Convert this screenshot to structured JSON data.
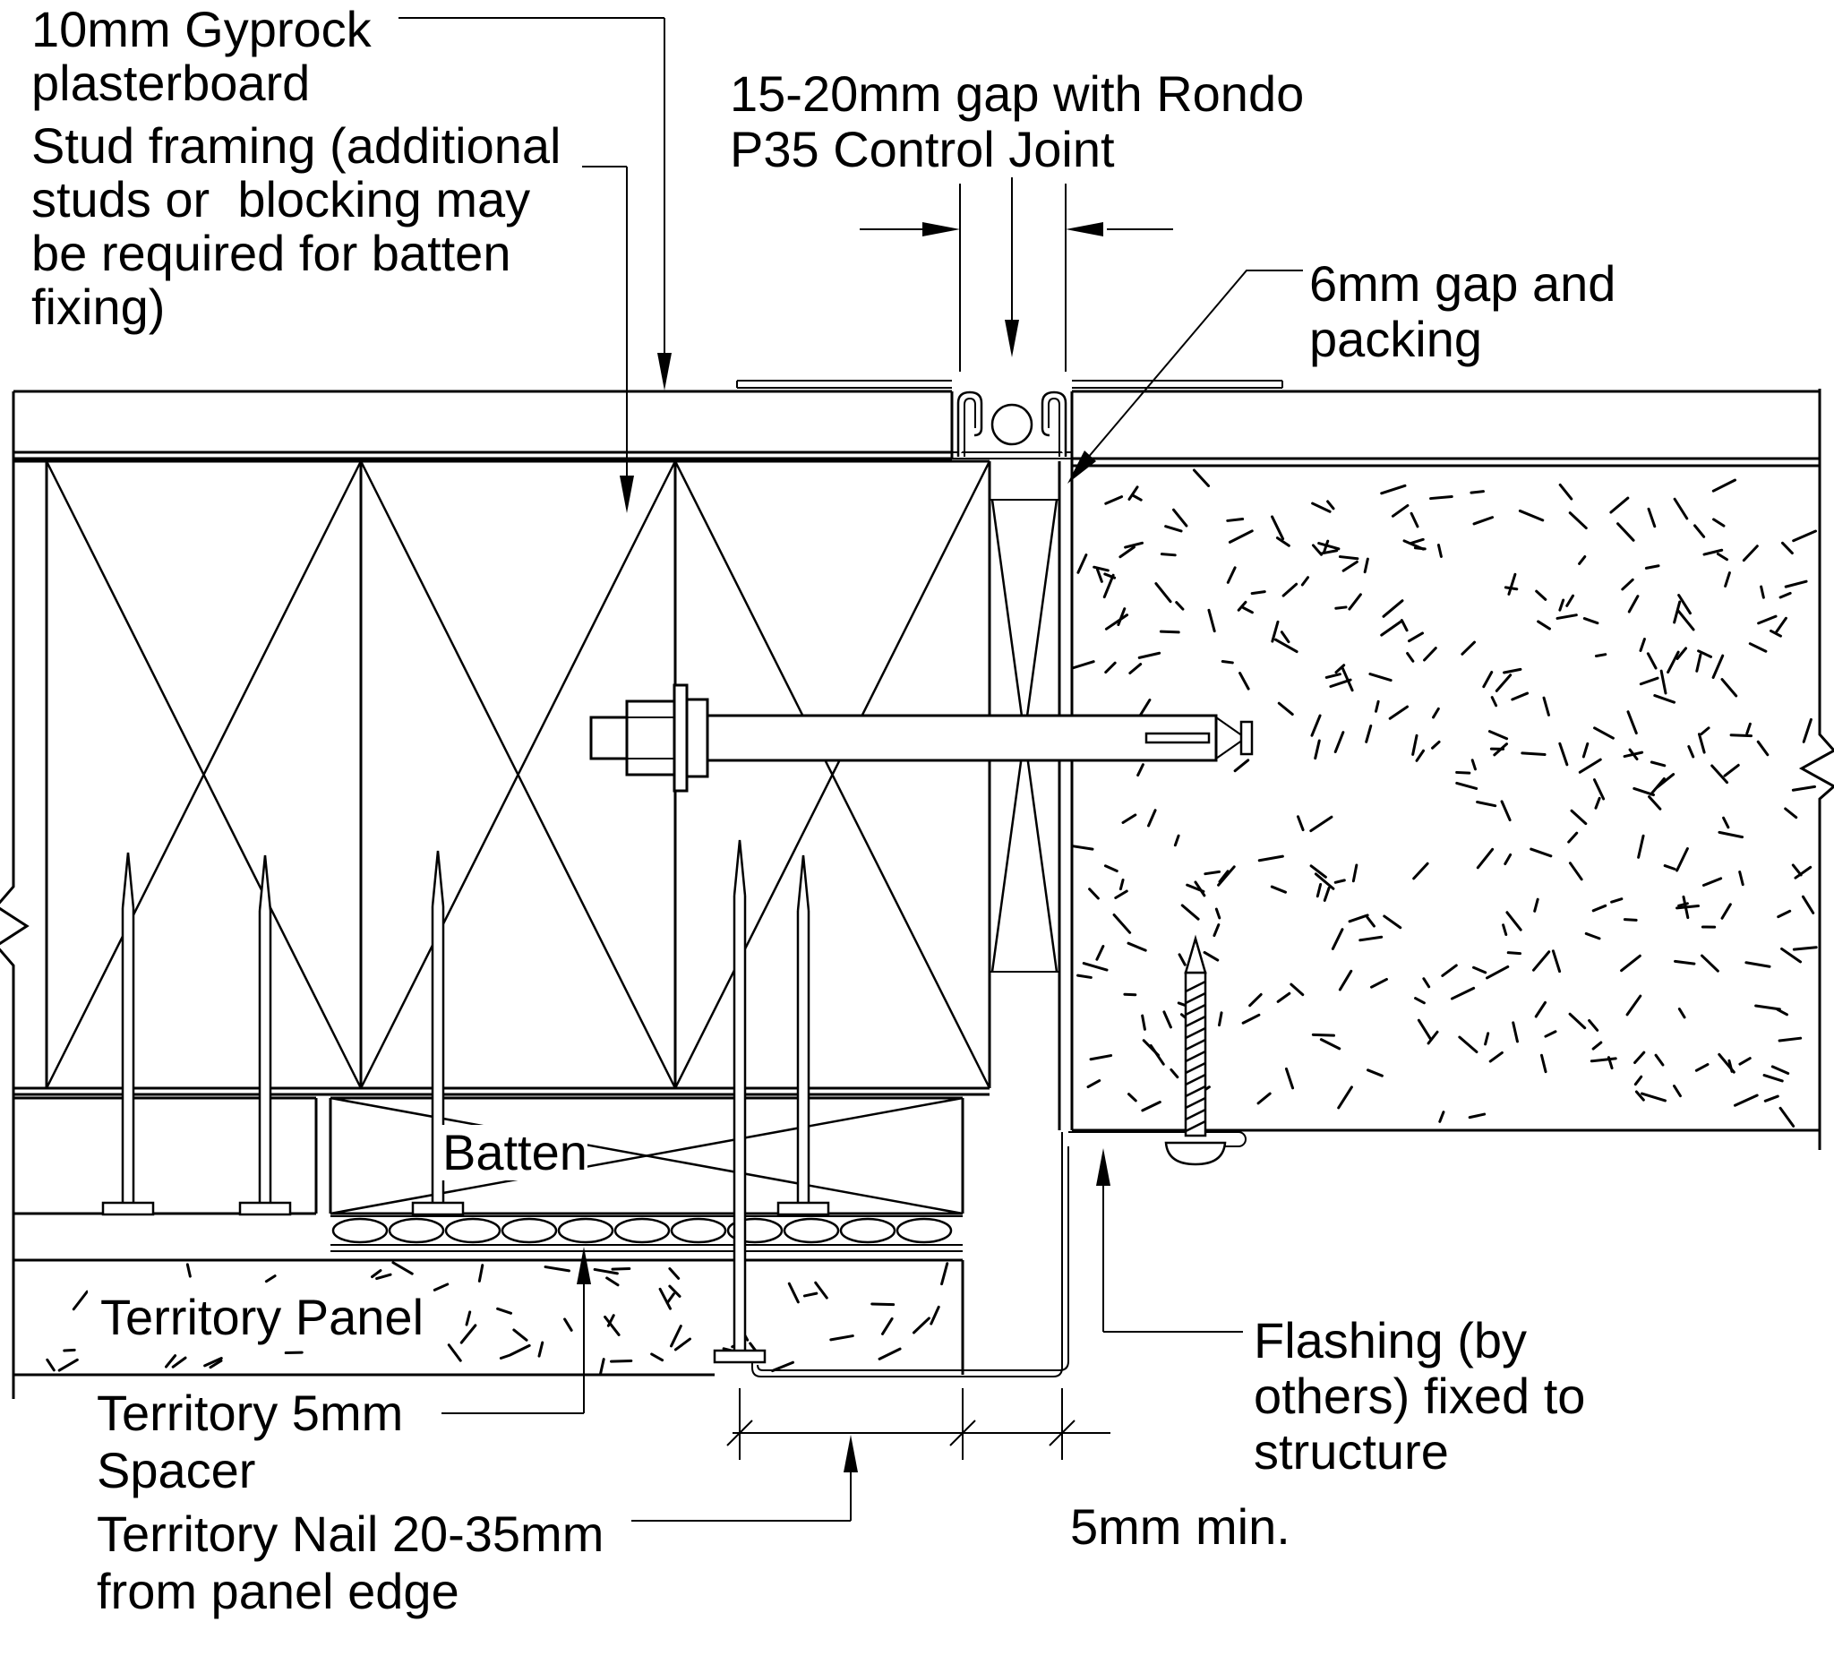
{
  "drawing": {
    "title": "Territory panel to masonry junction detail",
    "type": "construction-detail",
    "colors": {
      "line": "#000000",
      "background": "#ffffff"
    },
    "labels": {
      "gyprock": {
        "line1": "10mm Gyprock",
        "line2": "plasterboard"
      },
      "stud": {
        "line1": "Stud framing (additional",
        "line2": "studs or  blocking may",
        "line3": "be required for batten",
        "line4": "fixing)"
      },
      "control_joint": {
        "line1": "15-20mm gap with Rondo",
        "line2": "P35 Control Joint"
      },
      "gap_packing": {
        "line1": "6mm gap and",
        "line2": "packing"
      },
      "batten": "Batten",
      "territory_panel": "Territory Panel",
      "spacer": {
        "line1": "Territory 5mm",
        "line2": "Spacer"
      },
      "nail": {
        "line1": "Territory Nail 20-35mm",
        "line2": "from panel edge"
      },
      "flashing": {
        "line1": "Flashing (by",
        "line2": "others) fixed to",
        "line3": "structure"
      },
      "min_gap": "5mm min."
    },
    "stipple": {
      "concrete_marks": 330,
      "panel_marks": 85
    }
  }
}
